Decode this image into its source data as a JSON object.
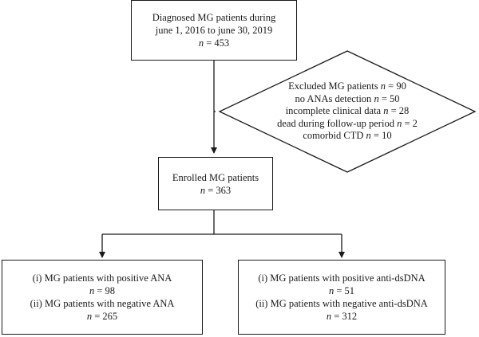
{
  "top_box": {
    "line1": "Diagnosed MG patients during",
    "line2": "june 1, 2016 to june 30, 2019",
    "n_var": "n",
    "n_text": " = 453"
  },
  "excluded": {
    "lines": [
      {
        "text": "Excluded MG patients ",
        "n_var": "n",
        "n_text": " = 90"
      },
      {
        "text": "no ANAs detection ",
        "n_var": "n",
        "n_text": " = 50"
      },
      {
        "text": "incomplete clinical data ",
        "n_var": "n",
        "n_text": " = 28"
      },
      {
        "text": "dead during follow-up period ",
        "n_var": "n",
        "n_text": " = 2"
      },
      {
        "text": "comorbid CTD ",
        "n_var": "n",
        "n_text": " = 10"
      }
    ]
  },
  "enrolled": {
    "line1": "Enrolled MG patients",
    "n_var": "n",
    "n_text": " = 363"
  },
  "ana_box": {
    "line1": "(i) MG patients with positive ANA",
    "n1_var": "n",
    "n1_text": " = 98",
    "line2": "(ii) MG patients with negative ANA",
    "n2_var": "n",
    "n2_text": " = 265"
  },
  "dsdna_box": {
    "line1": "(i) MG patients with positive anti-dsDNA",
    "n1_var": "n",
    "n1_text": " = 51",
    "line2": "(ii) MG patients with negative anti-dsDNA",
    "n2_var": "n",
    "n2_text": " = 312"
  }
}
